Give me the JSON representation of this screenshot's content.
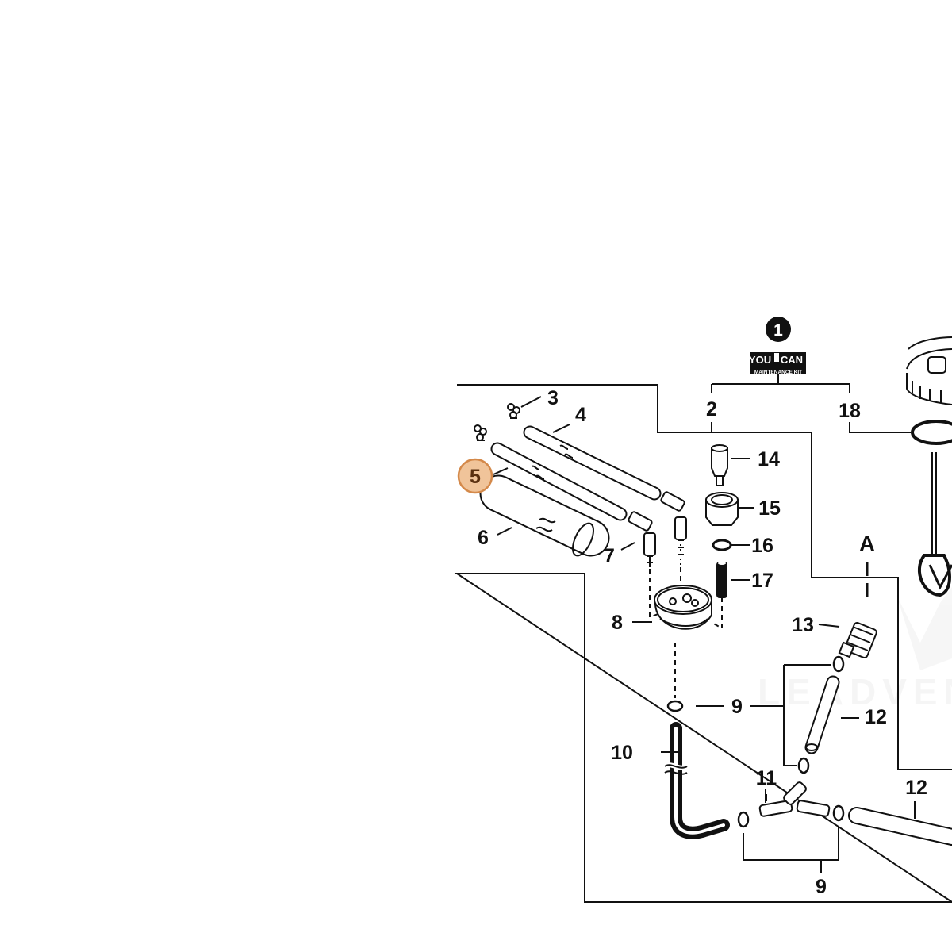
{
  "diagram": {
    "watermark": "LEADVEN",
    "kit_badge": {
      "number": "1",
      "brand_left": "YOU",
      "brand_right": "CAN",
      "subtitle": "MAINTENANCE KIT"
    },
    "callout_A": "A",
    "highlight": {
      "part": "5",
      "color": "#f0c49a",
      "ring_color": "#d4894a"
    },
    "parts": {
      "p2": "2",
      "p3": "3",
      "p4": "4",
      "p5": "5",
      "p6": "6",
      "p7": "7",
      "p8": "8",
      "p9a": "9",
      "p9b": "9",
      "p10": "10",
      "p11": "11",
      "p12a": "12",
      "p12b": "12",
      "p13": "13",
      "p14": "14",
      "p15": "15",
      "p16": "16",
      "p17": "17",
      "p18": "18"
    }
  }
}
